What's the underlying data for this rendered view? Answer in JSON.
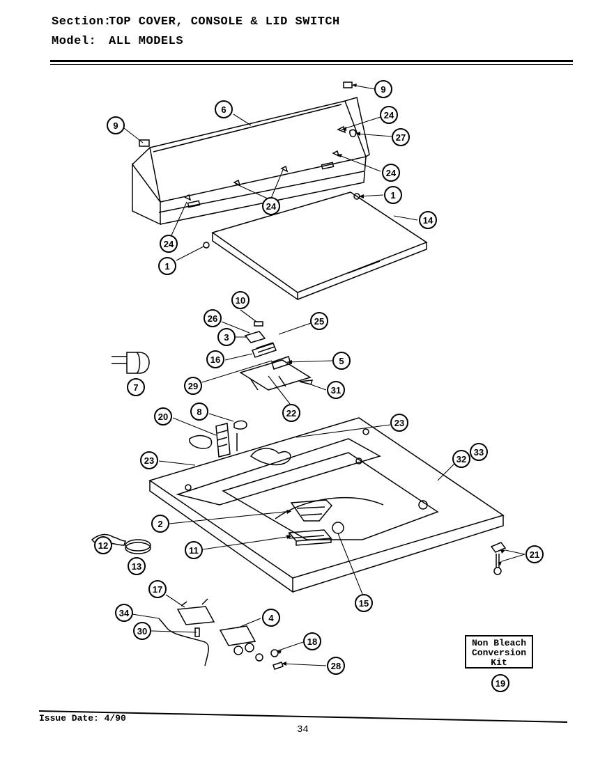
{
  "header": {
    "section_label": "Section:",
    "section_value": "TOP COVER, CONSOLE & LID SWITCH",
    "model_label": "Model:",
    "model_value": "ALL MODELS"
  },
  "callouts": [
    "9",
    "6",
    "9",
    "24",
    "27",
    "24",
    "1",
    "24",
    "14",
    "24",
    "1",
    "10",
    "26",
    "25",
    "3",
    "16",
    "5",
    "7",
    "29",
    "31",
    "22",
    "20",
    "8",
    "23",
    "32",
    "33",
    "23",
    "2",
    "12",
    "11",
    "13",
    "15",
    "21",
    "17",
    "34",
    "4",
    "30",
    "18",
    "28",
    "19"
  ],
  "kit_box": {
    "line1": "Non Bleach",
    "line2": "Conversion",
    "line3": "Kit"
  },
  "footer": {
    "issue_date": "Issue Date: 4/90",
    "page_number": "34"
  }
}
